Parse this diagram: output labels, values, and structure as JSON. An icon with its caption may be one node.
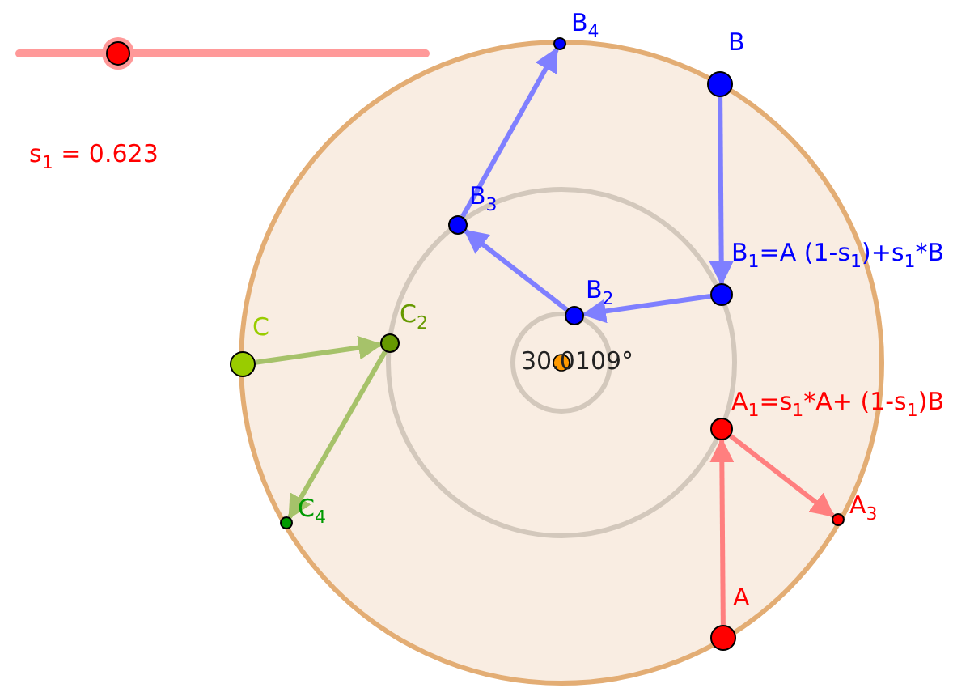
{
  "diagram": {
    "nodes": [
      {
        "text": [
          "B"
        ]
      },
      {
        "text": [
          "B$_{1}$=A (1-s$_{1}$)+s$_{1}$*B"
        ]
      },
      {
        "text": [
          "B$_{2}$"
        ]
      },
      {
        "text": [
          "B$_{3}$"
        ]
      },
      {
        "text": [
          "B$_{4}$"
        ]
      },
      {
        "text": [
          "A"
        ]
      },
      {
        "text": [
          "A$_{1}$=s$_{1}$*A+ (1-s$_{1}$)B"
        ]
      },
      {
        "text": [
          "A$_{3}$"
        ]
      },
      {
        "text": [
          "C"
        ]
      },
      {
        "text": [
          "C$_{2}$"
        ]
      },
      {
        "text": [
          "C$_{4}$"
        ]
      }
    ],
    "edges": [
      {
        "from": 0,
        "to": 1,
        "arrow": "to",
        "color": "#7f7fff"
      },
      {
        "from": 1,
        "to": 2,
        "arrow": "to",
        "color": "#7f7fff"
      },
      {
        "from": 2,
        "to": 3,
        "arrow": "to",
        "color": "#7f7fff"
      },
      {
        "from": 3,
        "to": 4,
        "arrow": "to",
        "color": "#7f7fff"
      },
      {
        "from": 5,
        "to": 6,
        "arrow": "to",
        "color": "#ff7f7f"
      },
      {
        "from": 6,
        "to": 7,
        "arrow": "to",
        "color": "#ff7f7f"
      },
      {
        "from": 8,
        "to": 9,
        "arrow": "to",
        "color": "#a6c26a"
      },
      {
        "from": 9,
        "to": 10,
        "arrow": "to",
        "color": "#a6c26a"
      }
    ],
    "labels": [
      "s$_{1}$ = 0.623",
      "30.0109°"
    ]
  }
}
